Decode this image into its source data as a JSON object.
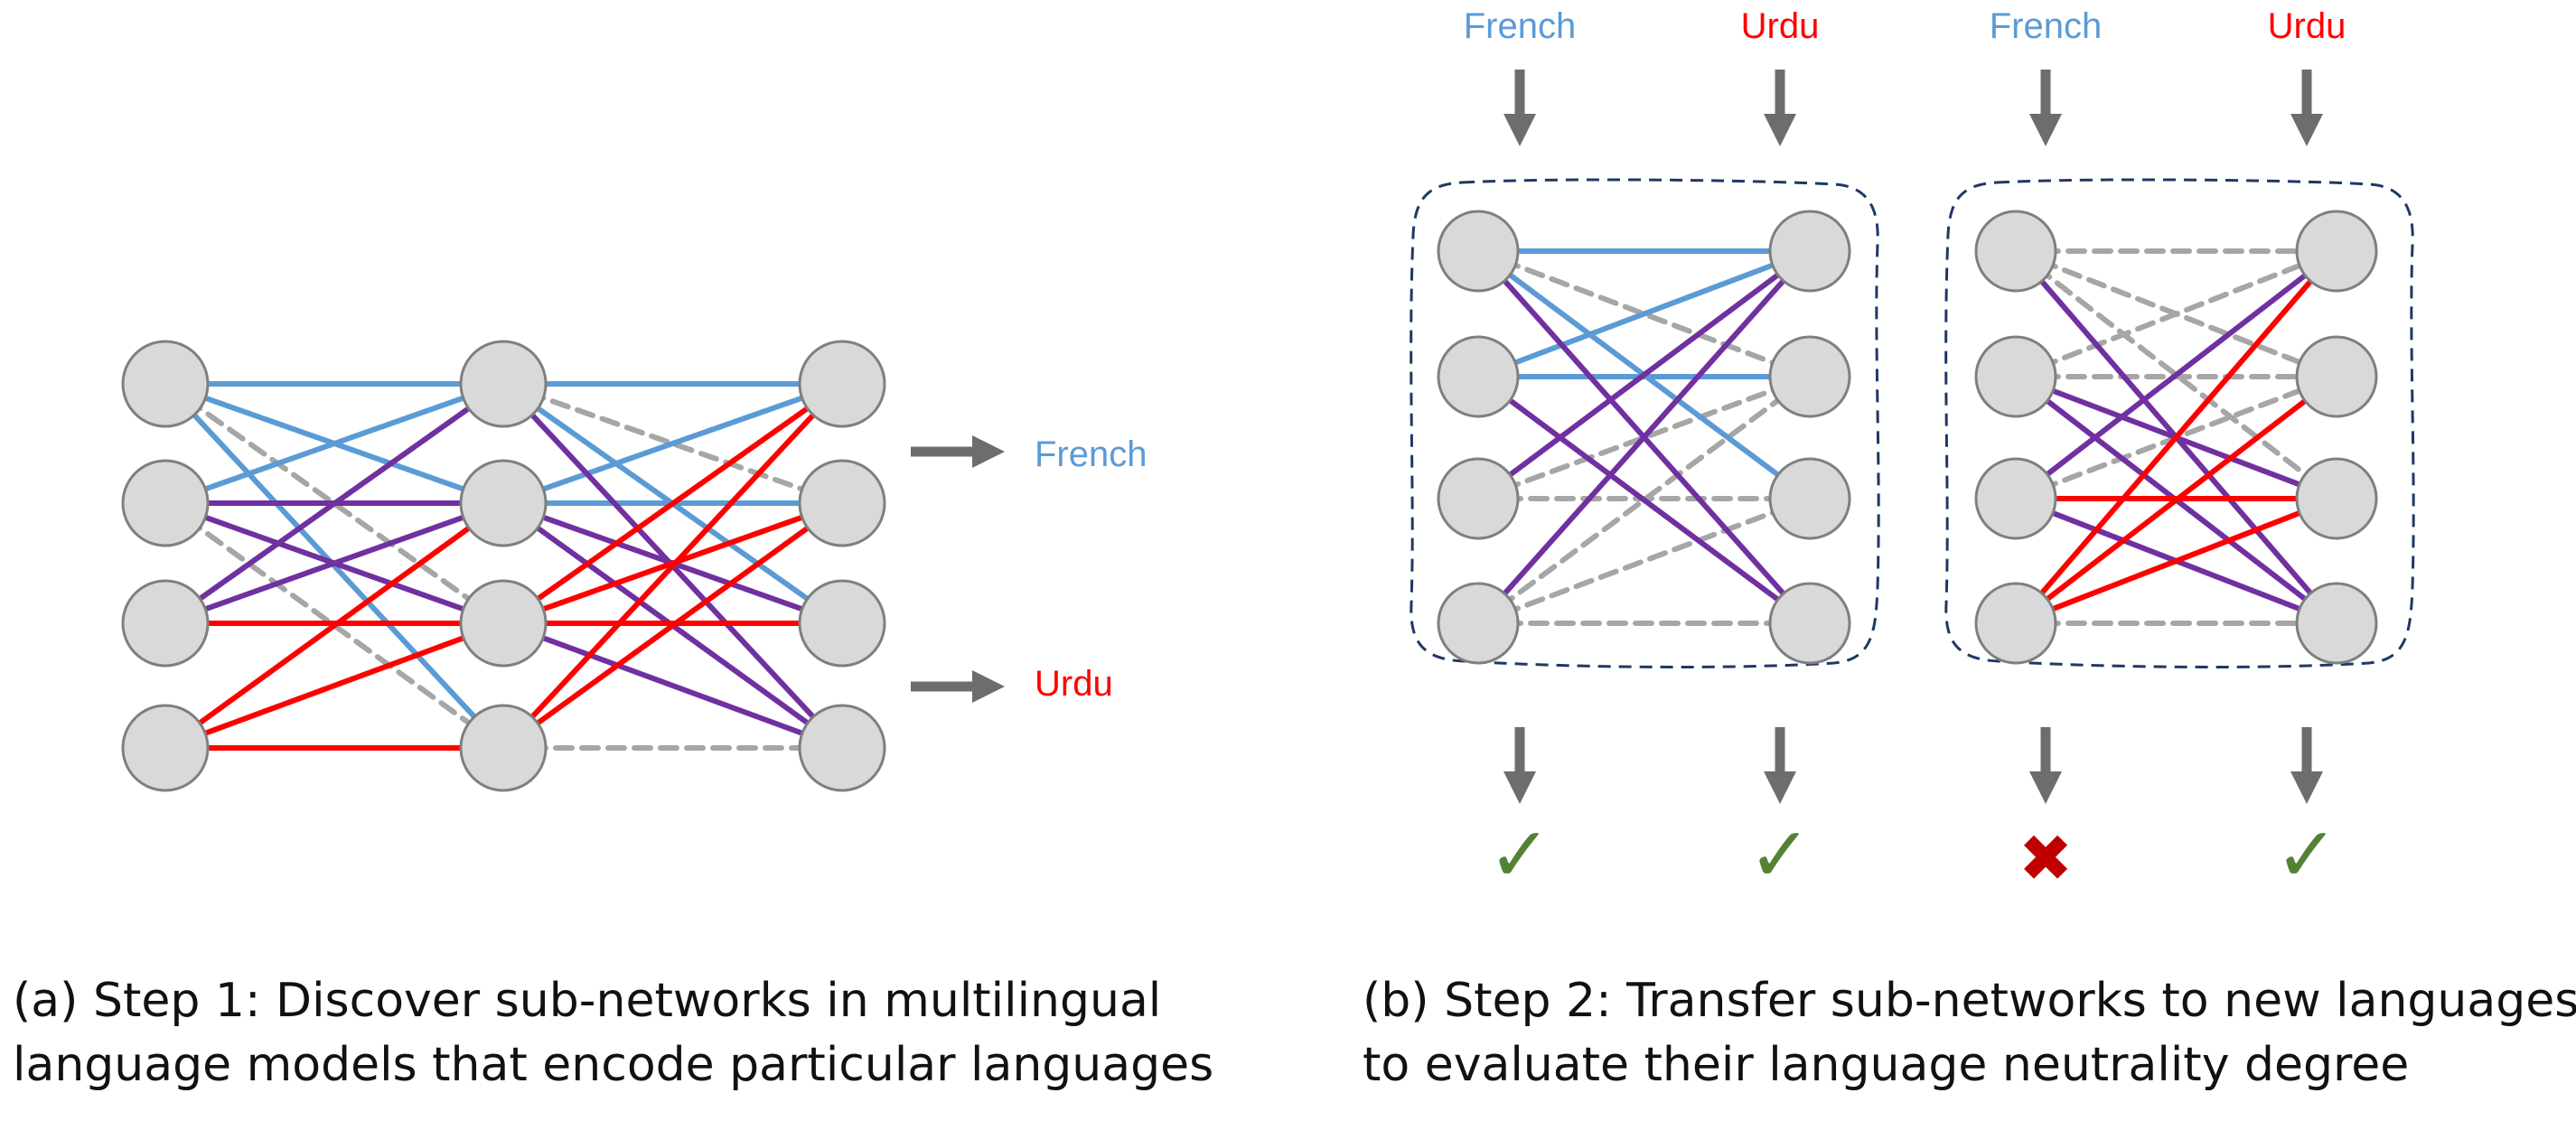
{
  "panel_a": {
    "output_labels": {
      "french": "French",
      "urdu": "Urdu"
    },
    "caption": {
      "line1": "(a) Step 1: Discover sub-networks in multilingual",
      "line2": "language models that encode particular languages"
    }
  },
  "panel_b": {
    "input_labels": [
      {
        "text": "French",
        "language": "french"
      },
      {
        "text": "Urdu",
        "language": "urdu"
      },
      {
        "text": "French",
        "language": "french"
      },
      {
        "text": "Urdu",
        "language": "urdu"
      }
    ],
    "outcomes": [
      {
        "language": "French",
        "subnetwork": "French",
        "result": "success",
        "symbol": "✓"
      },
      {
        "language": "Urdu",
        "subnetwork": "French",
        "result": "success",
        "symbol": "✓"
      },
      {
        "language": "French",
        "subnetwork": "Urdu",
        "result": "failure",
        "symbol": "✖"
      },
      {
        "language": "Urdu",
        "subnetwork": "Urdu",
        "result": "success",
        "symbol": "✓"
      }
    ],
    "caption": {
      "line1": "(b) Step 2: Transfer sub-networks to new languages",
      "line2": "to evaluate their language neutrality degree"
    }
  },
  "colors": {
    "french": "#5b9bd5",
    "urdu": "#ff0000",
    "shared": "#7030a0",
    "inactive": "#a6a6a6",
    "node_fill": "#d9d9d9",
    "node_stroke": "#7f7f7f",
    "arrow": "#6d6d6d",
    "dashed_border": "#1f3864",
    "check": "#548235",
    "cross": "#c00000",
    "french_text": "#5b9bd5",
    "urdu_text": "#ff0000"
  }
}
